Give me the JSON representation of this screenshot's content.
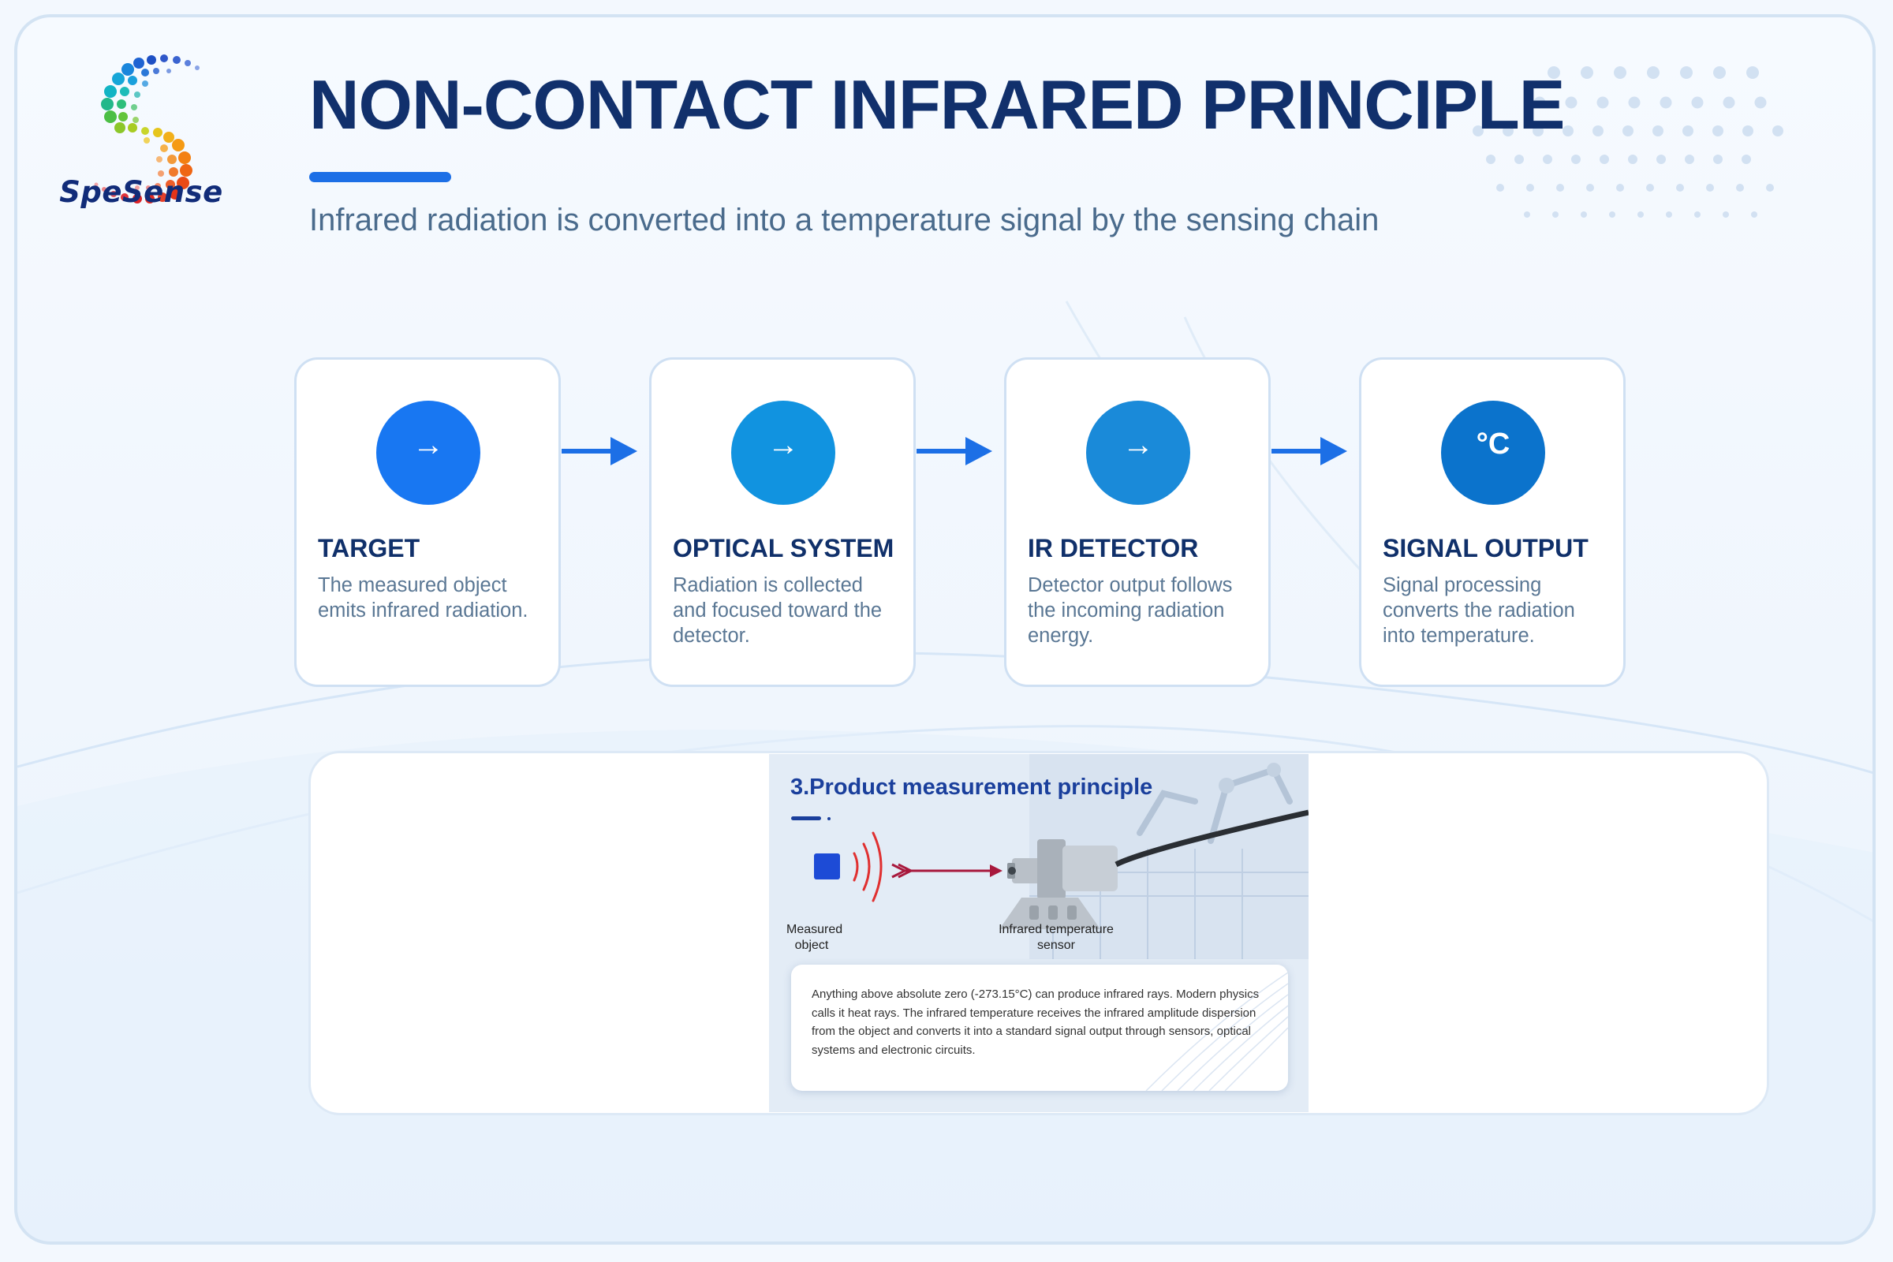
{
  "brand": {
    "name": "SpeSense"
  },
  "header": {
    "title": "NON-CONTACT INFRARED PRINCIPLE",
    "subtitle": "Infrared radiation is converted into a temperature signal by the sensing chain"
  },
  "colors": {
    "accent": "#1c6fe6",
    "title": "#11306c",
    "step1": "#1877f2",
    "step2": "#1193e0",
    "step3": "#1a8ad9",
    "step4": "#0b73cc"
  },
  "steps": [
    {
      "icon": "arrow-right-icon",
      "glyph": "→",
      "title": "TARGET",
      "description": "The measured object emits infrared radiation."
    },
    {
      "icon": "arrow-right-icon",
      "glyph": "→",
      "title": "OPTICAL SYSTEM",
      "description": "Radiation is collected and focused toward the detector."
    },
    {
      "icon": "arrow-right-icon",
      "glyph": "→",
      "title": "IR DETECTOR",
      "description": "Detector output follows the incoming radiation energy."
    },
    {
      "icon": "celsius-icon",
      "glyph": "°C",
      "title": "SIGNAL OUTPUT",
      "description": "Signal processing converts the radiation into temperature."
    }
  ],
  "figure": {
    "heading": "3.Product measurement principle",
    "object_label_line1": "Measured",
    "object_label_line2": "object",
    "sensor_label_line1": "Infrared temperature",
    "sensor_label_line2": "sensor",
    "paragraph": "Anything above absolute zero (-273.15°C) can produce infrared rays. Modern physics calls it heat rays. The infrared temperature receives the infrared amplitude dispersion from the object and converts it into a standard signal output through sensors, optical systems and electronic circuits."
  }
}
